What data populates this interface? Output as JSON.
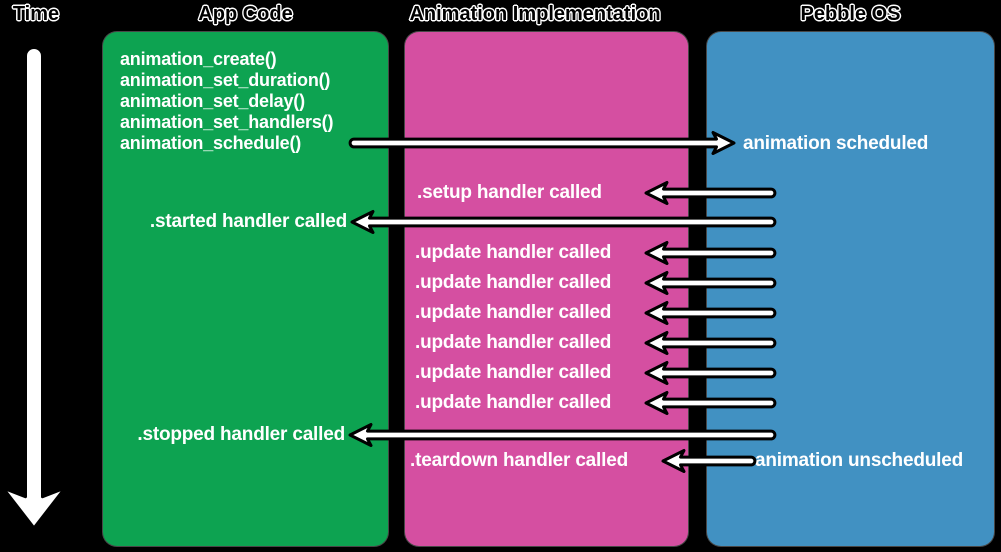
{
  "titles": {
    "time": "Time",
    "app_code": "App Code",
    "animation_implementation": "Animation Implementation",
    "pebble_os": "Pebble OS"
  },
  "app_code": {
    "api_calls": [
      "animation_create()",
      "animation_set_duration()",
      "animation_set_delay()",
      "animation_set_handlers()",
      "animation_schedule()"
    ],
    "started_event": ".started handler called",
    "stopped_event": ".stopped handler called"
  },
  "animation_implementation": {
    "setup_event": ".setup handler called",
    "update_events": [
      ".update handler called",
      ".update handler called",
      ".update handler called",
      ".update handler called",
      ".update handler called",
      ".update handler called"
    ],
    "teardown_event": ".teardown handler called"
  },
  "pebble_os": {
    "scheduled_event": "animation scheduled",
    "unscheduled_event": "animation unscheduled"
  },
  "colors": {
    "background": "#000000",
    "app_code_box": "#0da351",
    "animation_implementation_box": "#d54fa1",
    "pebble_os_box": "#4191c2",
    "label_text": "#ffffff",
    "title_text": "#000000",
    "title_outline": "#ffffff",
    "arrow_fill": "#ffffff",
    "arrow_outline": "#000000"
  }
}
